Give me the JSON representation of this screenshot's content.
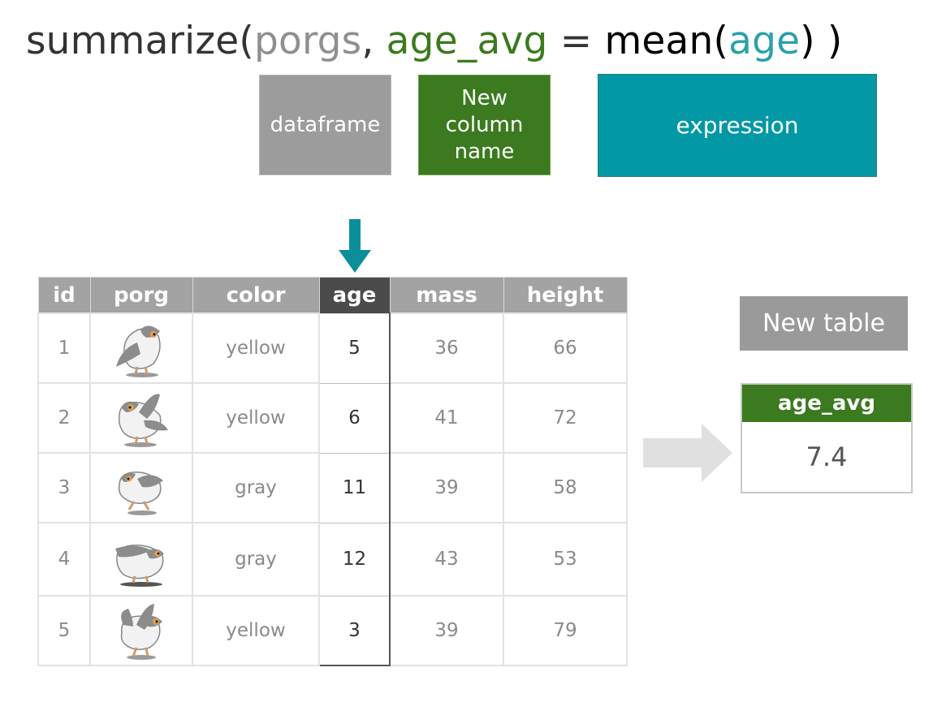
{
  "code": {
    "fn": "summarize(",
    "df": "porgs",
    "comma": ", ",
    "colname": "age_avg",
    "eq": " = ",
    "mean_open": "mean(",
    "arg": "age",
    "close": ") )"
  },
  "labels": {
    "dataframe": "dataframe",
    "new_column_name": "New column name",
    "expression": "expression"
  },
  "table": {
    "headers": [
      "id",
      "porg",
      "color",
      "age",
      "mass",
      "height"
    ],
    "rows": [
      {
        "id": "1",
        "color": "yellow",
        "age": "5",
        "mass": "36",
        "height": "66"
      },
      {
        "id": "2",
        "color": "yellow",
        "age": "6",
        "mass": "41",
        "height": "72"
      },
      {
        "id": "3",
        "color": "gray",
        "age": "11",
        "mass": "39",
        "height": "58"
      },
      {
        "id": "4",
        "color": "gray",
        "age": "12",
        "mass": "43",
        "height": "53"
      },
      {
        "id": "5",
        "color": "yellow",
        "age": "3",
        "mass": "39",
        "height": "79"
      }
    ]
  },
  "new_table": {
    "label": "New table",
    "header": "age_avg",
    "value": "7.4"
  },
  "colors": {
    "gray": "#8f8f8f",
    "green": "#3b7a1e",
    "teal": "#0398a5",
    "dark": "#333333",
    "arrow": "#e0e0e0"
  },
  "icons": {
    "porg": "porg-bird-icon",
    "down": "down-arrow-icon",
    "right": "right-arrow-icon"
  }
}
